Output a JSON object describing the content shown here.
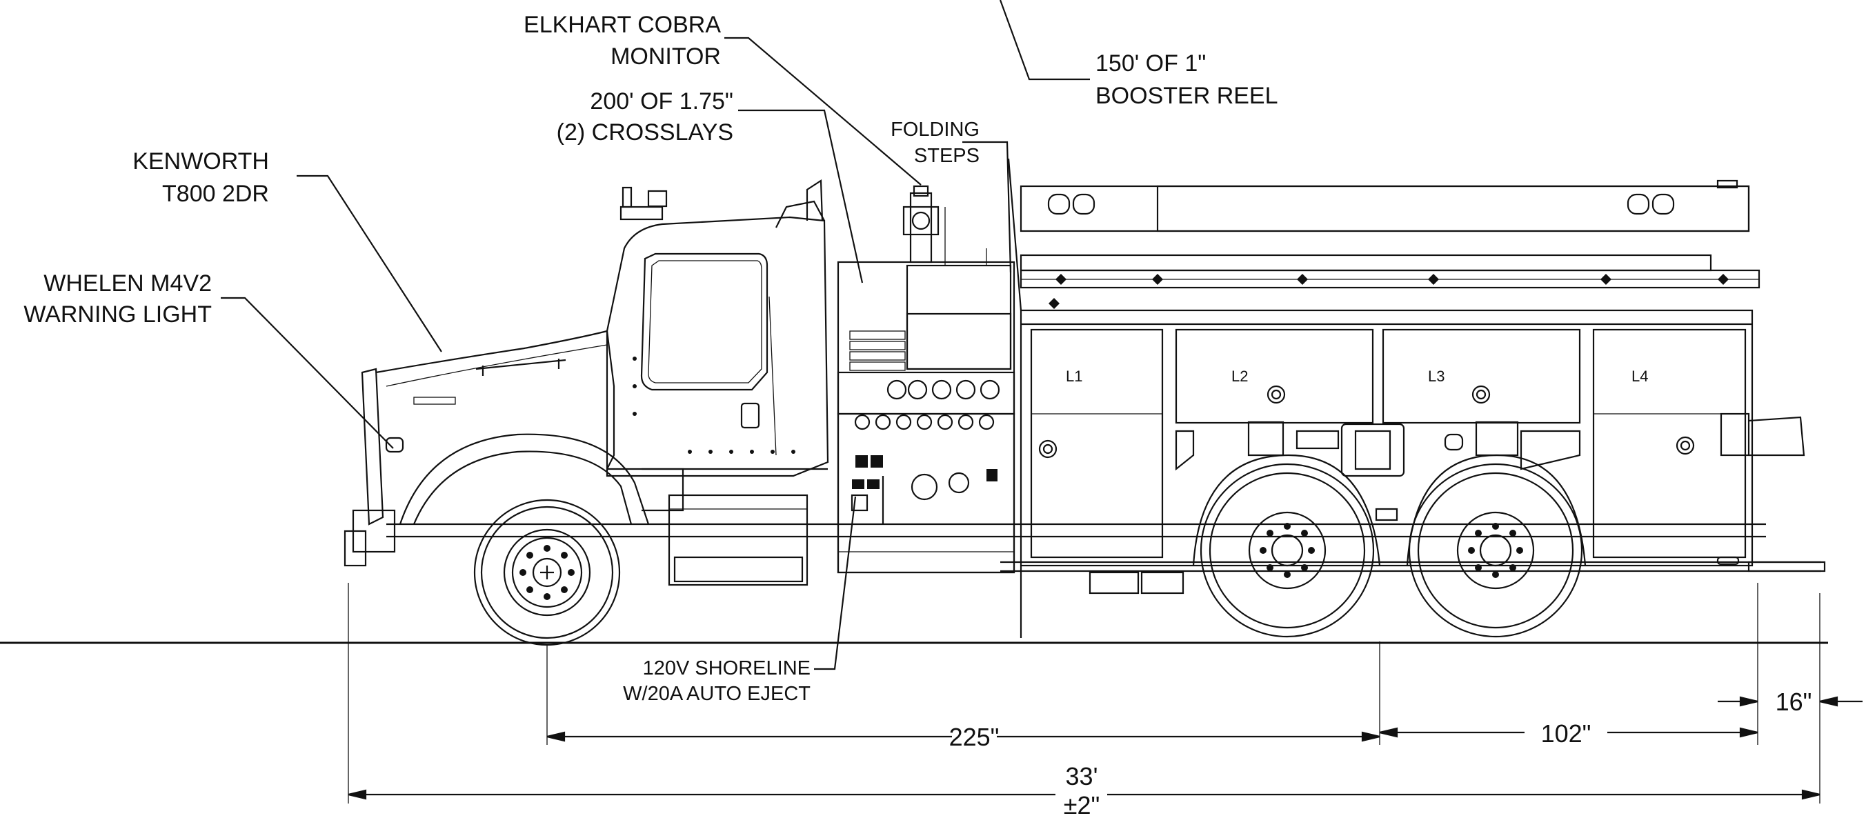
{
  "callouts": {
    "elkhart_line1": "ELKHART COBRA",
    "elkhart_line2": "MONITOR",
    "booster_line1": "150' OF 1\"",
    "booster_line2": "BOOSTER REEL",
    "crosslays_line1": "200' OF 1.75\"",
    "crosslays_line2": "(2) CROSSLAYS",
    "steps_line1": "FOLDING",
    "steps_line2": "STEPS",
    "kenworth_line1": "KENWORTH",
    "kenworth_line2": "T800 2DR",
    "whelen_line1": "WHELEN M4V2",
    "whelen_line2": "WARNING LIGHT",
    "shoreline_line1": "120V SHORELINE",
    "shoreline_line2": "W/20A AUTO EJECT"
  },
  "compartments": [
    "L1",
    "L2",
    "L3",
    "L4"
  ],
  "dimensions": {
    "wheelbase": "225\"",
    "rear_axle": "102\"",
    "rear_overhang": "16\"",
    "overall_length": "33'",
    "tolerance": "±2\""
  }
}
